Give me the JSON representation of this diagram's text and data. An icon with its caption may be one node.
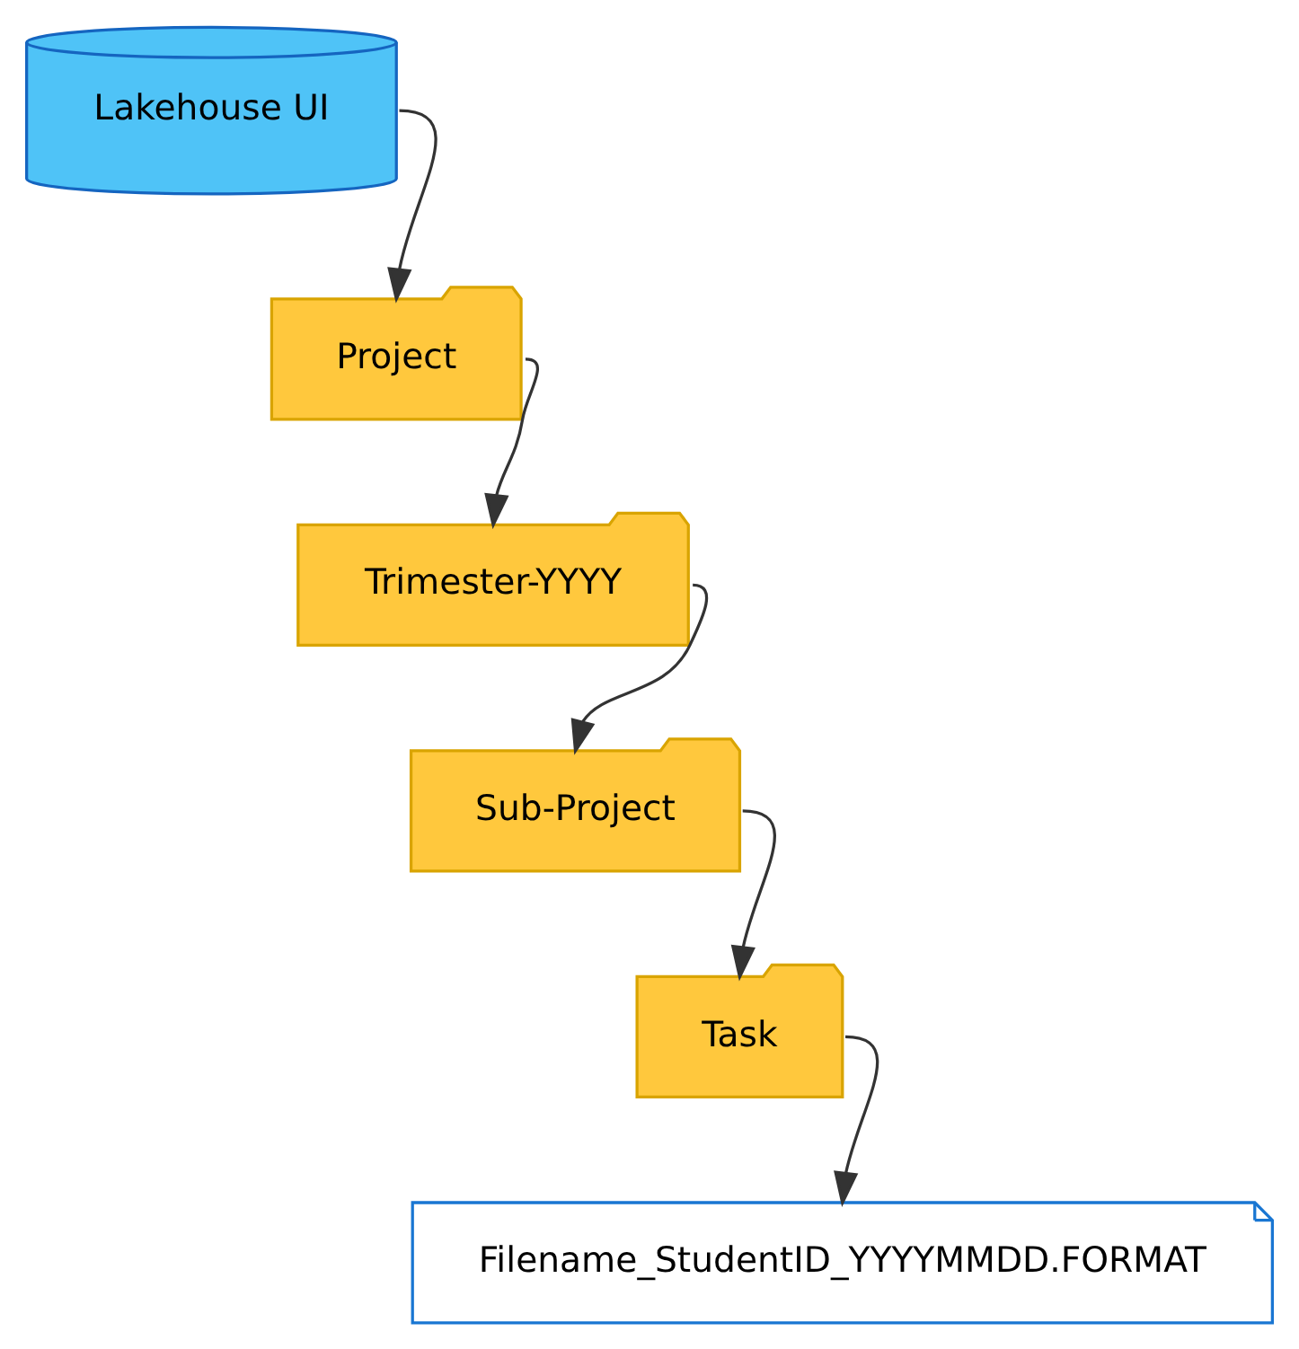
{
  "diagram": {
    "nodes": [
      {
        "text": [
          "Lakehouse UI"
        ]
      },
      {
        "text": [
          "Project"
        ]
      },
      {
        "text": [
          "Trimester-YYYY"
        ]
      },
      {
        "text": [
          "Sub-Project"
        ]
      },
      {
        "text": [
          "Task"
        ]
      },
      {
        "text": [
          "Filename_StudentID_YYYYMMDD.FORMAT"
        ]
      }
    ],
    "edges": [
      {
        "from": 0,
        "to": 1,
        "arrow": "to"
      },
      {
        "from": 1,
        "to": 2,
        "arrow": "to"
      },
      {
        "from": 2,
        "to": 3,
        "arrow": "to"
      },
      {
        "from": 3,
        "to": 4,
        "arrow": "to"
      },
      {
        "from": 4,
        "to": 5,
        "arrow": "to"
      }
    ]
  }
}
